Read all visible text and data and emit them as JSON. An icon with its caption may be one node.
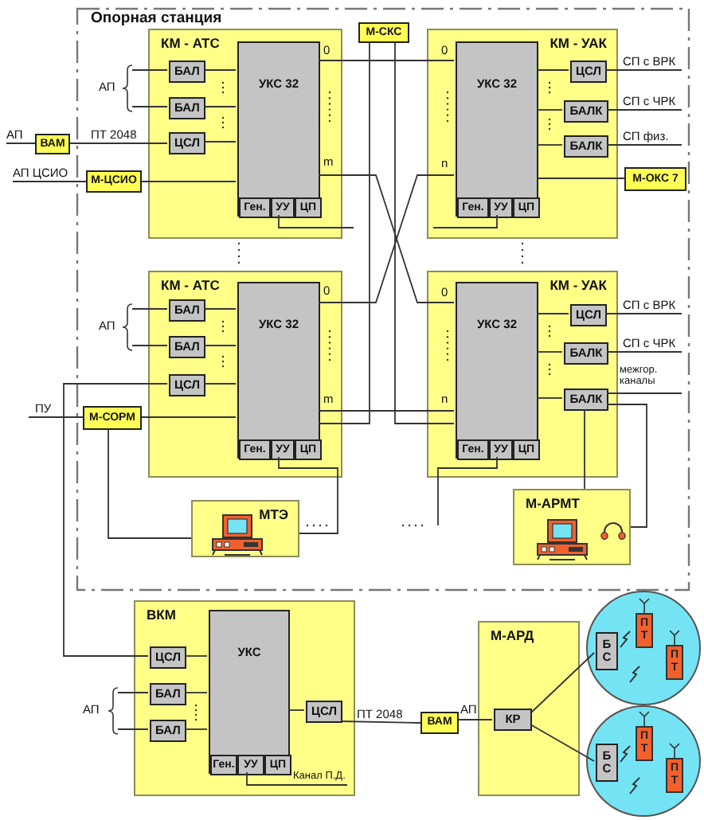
{
  "diagram": {
    "nodes": [
      {
        "text": [
          "Опорная станция"
        ]
      },
      {
        "text": [
          "КМ - АТС"
        ],
        "in": 0
      },
      {
        "text": [
          "БАЛ"
        ],
        "in": 1
      },
      {
        "text": [
          "БАЛ"
        ],
        "in": 1
      },
      {
        "text": [
          "ЦСЛ"
        ],
        "in": 1
      },
      {
        "text": [
          "УКС 32"
        ],
        "in": 1
      },
      {
        "text": [
          "Ген."
        ],
        "in": 5
      },
      {
        "text": [
          "УУ"
        ],
        "in": 5
      },
      {
        "text": [
          "ЦП"
        ],
        "in": 5
      },
      {
        "text": [
          "М-СКС"
        ],
        "in": 0
      },
      {
        "text": [
          "КМ - УАК"
        ],
        "in": 0
      },
      {
        "text": [
          "УКС 32"
        ],
        "in": 10
      },
      {
        "text": [
          "Ген."
        ],
        "in": 11
      },
      {
        "text": [
          "УУ"
        ],
        "in": 11
      },
      {
        "text": [
          "ЦП"
        ],
        "in": 11
      },
      {
        "text": [
          "ЦСЛ"
        ],
        "in": 10
      },
      {
        "text": [
          "БАЛК"
        ],
        "in": 10
      },
      {
        "text": [
          "БАЛК"
        ],
        "in": 10
      },
      {
        "text": [
          "ВАМ"
        ]
      },
      {
        "text": [
          "М-ЦСИО"
        ],
        "in": 0
      },
      {
        "text": [
          "М-ОКС 7"
        ],
        "in": 0
      },
      {
        "text": [
          "КМ - АТС"
        ],
        "in": 0
      },
      {
        "text": [
          "БАЛ"
        ],
        "in": 21
      },
      {
        "text": [
          "БАЛ"
        ],
        "in": 21
      },
      {
        "text": [
          "ЦСЛ"
        ],
        "in": 21
      },
      {
        "text": [
          "УКС 32"
        ],
        "in": 21
      },
      {
        "text": [
          "Ген."
        ],
        "in": 25
      },
      {
        "text": [
          "УУ"
        ],
        "in": 25
      },
      {
        "text": [
          "ЦП"
        ],
        "in": 25
      },
      {
        "text": [
          "КМ - УАК"
        ],
        "in": 0
      },
      {
        "text": [
          "УКС 32"
        ],
        "in": 29
      },
      {
        "text": [
          "Ген."
        ],
        "in": 30
      },
      {
        "text": [
          "УУ"
        ],
        "in": 30
      },
      {
        "text": [
          "ЦП"
        ],
        "in": 30
      },
      {
        "text": [
          "ЦСЛ"
        ],
        "in": 29
      },
      {
        "text": [
          "БАЛК"
        ],
        "in": 29
      },
      {
        "text": [
          "БАЛК"
        ],
        "in": 29
      },
      {
        "text": [
          "М-СОРМ"
        ],
        "in": 0
      },
      {
        "text": [
          "МТЭ"
        ],
        "in": 0
      },
      {
        "text": [
          "М-АРМТ"
        ],
        "in": 0
      },
      {
        "text": [
          "ВКМ"
        ]
      },
      {
        "text": [
          "ЦСЛ"
        ],
        "in": 40
      },
      {
        "text": [
          "БАЛ"
        ],
        "in": 40
      },
      {
        "text": [
          "БАЛ"
        ],
        "in": 40
      },
      {
        "text": [
          "УКС"
        ],
        "in": 40
      },
      {
        "text": [
          "Ген."
        ],
        "in": 44
      },
      {
        "text": [
          "УУ"
        ],
        "in": 44
      },
      {
        "text": [
          "ЦП"
        ],
        "in": 44
      },
      {
        "text": [
          "ЦСЛ"
        ],
        "in": 40
      },
      {
        "text": [
          "ВАМ"
        ]
      },
      {
        "text": [
          "М-АРД"
        ]
      },
      {
        "text": [
          "КР"
        ],
        "in": 50
      },
      {
        "text": [],
        "shape": "circle"
      },
      {
        "text": [
          "БС"
        ],
        "in": 52
      },
      {
        "text": [
          "ПТ"
        ],
        "in": 52
      },
      {
        "text": [
          "ПТ"
        ],
        "in": 52
      },
      {
        "text": [],
        "shape": "circle"
      },
      {
        "text": [
          "БС"
        ],
        "in": 56
      },
      {
        "text": [
          "ПТ"
        ],
        "in": 56
      },
      {
        "text": [
          "ПТ"
        ],
        "in": 56
      }
    ],
    "edges": [
      {
        "from": null,
        "to": 18,
        "arrow": "none",
        "label": "АП"
      },
      {
        "from": 18,
        "to": 4,
        "arrow": "none",
        "label": "ПТ 2048"
      },
      {
        "from": null,
        "to": 19,
        "arrow": "none",
        "label": "АП ЦСИО"
      },
      {
        "from": 19,
        "to": 5,
        "arrow": "none"
      },
      {
        "from": 2,
        "to": 5,
        "arrow": "none"
      },
      {
        "from": 3,
        "to": 5,
        "arrow": "none"
      },
      {
        "from": 4,
        "to": 5,
        "arrow": "none"
      },
      {
        "from": null,
        "to": 2,
        "arrow": "none"
      },
      {
        "from": null,
        "to": 3,
        "arrow": "none"
      },
      {
        "from": 5,
        "to": 11,
        "arrow": "none"
      },
      {
        "from": 5,
        "to": 30,
        "arrow": "none"
      },
      {
        "from": 25,
        "to": 11,
        "arrow": "none"
      },
      {
        "from": 25,
        "to": 30,
        "arrow": "none"
      },
      {
        "from": 9,
        "to": 25,
        "arrow": "none"
      },
      {
        "from": 9,
        "to": 30,
        "arrow": "none"
      },
      {
        "from": 7,
        "to": null,
        "arrow": "none"
      },
      {
        "from": 13,
        "to": null,
        "arrow": "none"
      },
      {
        "from": 11,
        "to": 15,
        "arrow": "none"
      },
      {
        "from": 11,
        "to": 16,
        "arrow": "none"
      },
      {
        "from": 11,
        "to": 17,
        "arrow": "none"
      },
      {
        "from": 15,
        "to": null,
        "arrow": "none",
        "label": "СП с ВРК"
      },
      {
        "from": 16,
        "to": null,
        "arrow": "none",
        "label": "СП с ЧРК"
      },
      {
        "from": 17,
        "to": null,
        "arrow": "none",
        "label": "СП физ."
      },
      {
        "from": 11,
        "to": 20,
        "arrow": "none"
      },
      {
        "from": 22,
        "to": 25,
        "arrow": "none"
      },
      {
        "from": 23,
        "to": 25,
        "arrow": "none"
      },
      {
        "from": 24,
        "to": 25,
        "arrow": "none"
      },
      {
        "from": null,
        "to": 22,
        "arrow": "none"
      },
      {
        "from": null,
        "to": 23,
        "arrow": "none"
      },
      {
        "from": null,
        "to": 37,
        "arrow": "none",
        "label": "ПУ"
      },
      {
        "from": 37,
        "to": 25,
        "arrow": "none"
      },
      {
        "from": 37,
        "to": 38,
        "arrow": "none"
      },
      {
        "from": 27,
        "to": 38,
        "arrow": "none"
      },
      {
        "from": 32,
        "to": null,
        "arrow": "none"
      },
      {
        "from": 30,
        "to": 34,
        "arrow": "none"
      },
      {
        "from": 30,
        "to": 35,
        "arrow": "none"
      },
      {
        "from": 30,
        "to": 36,
        "arrow": "none"
      },
      {
        "from": 34,
        "to": null,
        "arrow": "none",
        "label": "СП с ВРК"
      },
      {
        "from": 35,
        "to": null,
        "arrow": "none",
        "label": "СП с ЧРК"
      },
      {
        "from": 36,
        "to": null,
        "arrow": "none",
        "label": "межгор. каналы"
      },
      {
        "from": 36,
        "to": 39,
        "arrow": "none"
      },
      {
        "from": 36,
        "to": 39,
        "arrow": "none"
      },
      {
        "from": 24,
        "to": 41,
        "arrow": "none"
      },
      {
        "from": 41,
        "to": 44,
        "arrow": "none"
      },
      {
        "from": 42,
        "to": 44,
        "arrow": "none"
      },
      {
        "from": 43,
        "to": 44,
        "arrow": "none"
      },
      {
        "from": null,
        "to": 42,
        "arrow": "none"
      },
      {
        "from": null,
        "to": 43,
        "arrow": "none"
      },
      {
        "from": 44,
        "to": 48,
        "arrow": "none"
      },
      {
        "from": 48,
        "to": 49,
        "arrow": "none",
        "label": "ПТ 2048"
      },
      {
        "from": 49,
        "to": 51,
        "arrow": "none",
        "label": "АП"
      },
      {
        "from": 51,
        "to": 53,
        "arrow": "none"
      },
      {
        "from": 51,
        "to": 57,
        "arrow": "none"
      },
      {
        "from": 46,
        "to": null,
        "arrow": "none",
        "label": "Канал П.Д."
      }
    ],
    "labels": [
      "АП",
      "0",
      "m",
      "0",
      "n",
      "АП",
      "0",
      "m",
      "0",
      "n",
      "АП"
    ]
  }
}
